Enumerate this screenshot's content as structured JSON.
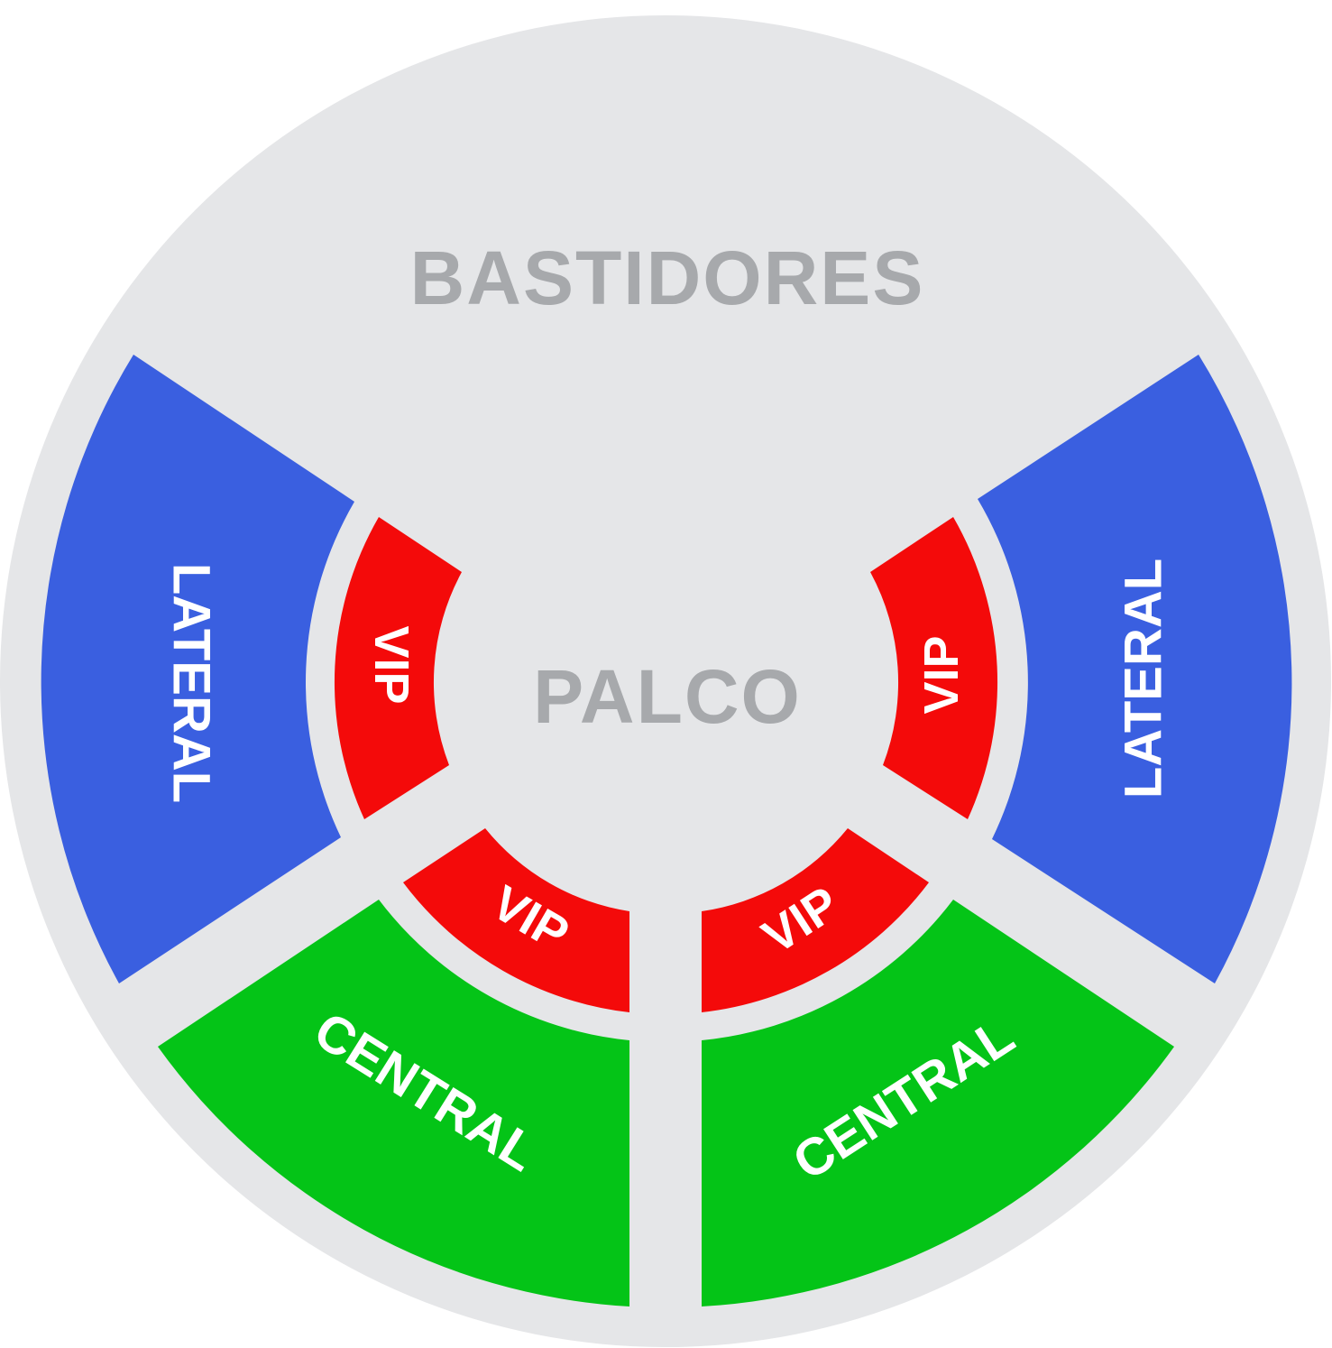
{
  "map": {
    "backstage_label": "BASTIDORES",
    "stage_label": "PALCO",
    "sections": {
      "lateral_left": "LATERAL",
      "lateral_right": "LATERAL",
      "vip_left": "VIP",
      "vip_right": "VIP",
      "vip_bottom_left": "VIP",
      "vip_bottom_right": "VIP",
      "central_left": "CENTRAL",
      "central_right": "CENTRAL"
    }
  },
  "colors": {
    "background_area": "#e5e6e8",
    "lateral": "#3a5fe0",
    "vip": "#f40a0a",
    "central": "#04c417",
    "label_gray": "#a7a9ac"
  }
}
